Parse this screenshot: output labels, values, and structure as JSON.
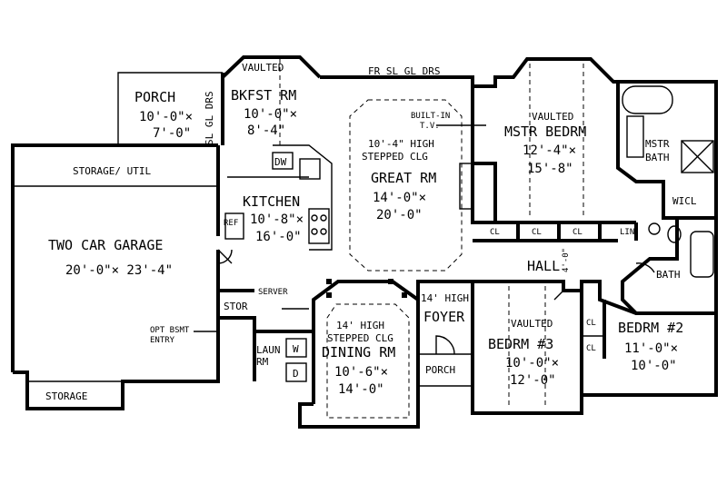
{
  "plan": {
    "fr_sl_gl_drs": "FR SL GL DRS",
    "sl_gl_drs": "SL GL DRS",
    "porch": {
      "name": "PORCH",
      "dim1": "10'-0\"×",
      "dim2": "7'-0\""
    },
    "bkfst": {
      "note": "VAULTED",
      "name": "BKFST RM",
      "dim1": "10'-0\"×",
      "dim2": "8'-4\""
    },
    "great": {
      "note1": "10'-4\" HIGH",
      "note2": "STEPPED CLG",
      "name": "GREAT RM",
      "dim1": "14'-0\"×",
      "dim2": "20'-0\""
    },
    "built_in_tv": {
      "line1": "BUILT-IN",
      "line2": "T.V."
    },
    "mstr_bedrm": {
      "note": "VAULTED",
      "name": "MSTR BEDRM",
      "dim1": "12'-4\"×",
      "dim2": "15'-8\""
    },
    "mstr_bath": {
      "line1": "MSTR",
      "line2": "BATH"
    },
    "wicl": "WICL",
    "storage_util": "STORAGE/ UTIL",
    "garage": {
      "name": "TWO CAR GARAGE",
      "dim": "20'-0\"× 23'-4\""
    },
    "kitchen": {
      "name": "KITCHEN",
      "dim1": "10'-8\"×",
      "dim2": "16'-0\""
    },
    "dw": "DW",
    "ref": "REF",
    "cl": "CL",
    "lin": "LIN",
    "hall": "HALL",
    "hall_dim": "4'-0\"",
    "bath": "BATH",
    "stor": "STOR",
    "server": "SERVER",
    "opt_bsmt": {
      "line1": "OPT BSMT",
      "line2": "ENTRY"
    },
    "laun": {
      "line1": "LAUN",
      "line2": "RM"
    },
    "w": "W",
    "d": "D",
    "dining": {
      "note1": "14' HIGH",
      "note2": "STEPPED CLG",
      "name": "DINING RM",
      "dim1": "10'-6\"×",
      "dim2": "14'-0\""
    },
    "foyer": {
      "note": "14' HIGH",
      "name": "FOYER"
    },
    "front_porch": "PORCH",
    "bedrm3": {
      "note": "VAULTED",
      "name": "BEDRM #3",
      "dim1": "10'-0\"×",
      "dim2": "12'-0\""
    },
    "bedrm2": {
      "name": "BEDRM #2",
      "dim1": "11'-0\"×",
      "dim2": "10'-0\""
    },
    "storage": "STORAGE"
  }
}
